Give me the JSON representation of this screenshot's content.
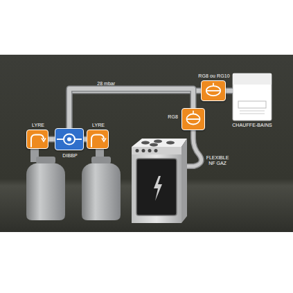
{
  "diagram": {
    "nodes": [
      {
        "text": [
          "LYRE"
        ]
      },
      {
        "text": [
          "DIBBP"
        ]
      },
      {
        "text": [
          "LYRE"
        ]
      },
      {
        "text": [
          "RG8 ou RG10"
        ]
      },
      {
        "text": [
          "CHAUFFE-BAINS"
        ]
      },
      {
        "text": [
          "RG8"
        ]
      }
    ],
    "edges": [
      {
        "from": 0,
        "to": 1,
        "arrow": "none"
      },
      {
        "from": 2,
        "to": 1,
        "arrow": "none"
      },
      {
        "from": 1,
        "to": 3,
        "label": "28 mbar",
        "arrow": "none"
      },
      {
        "from": 1,
        "to": 5,
        "arrow": "none"
      },
      {
        "from": 3,
        "to": 4,
        "arrow": "none"
      }
    ],
    "labels": [
      "FLEXIBLE NF GAZ"
    ]
  }
}
